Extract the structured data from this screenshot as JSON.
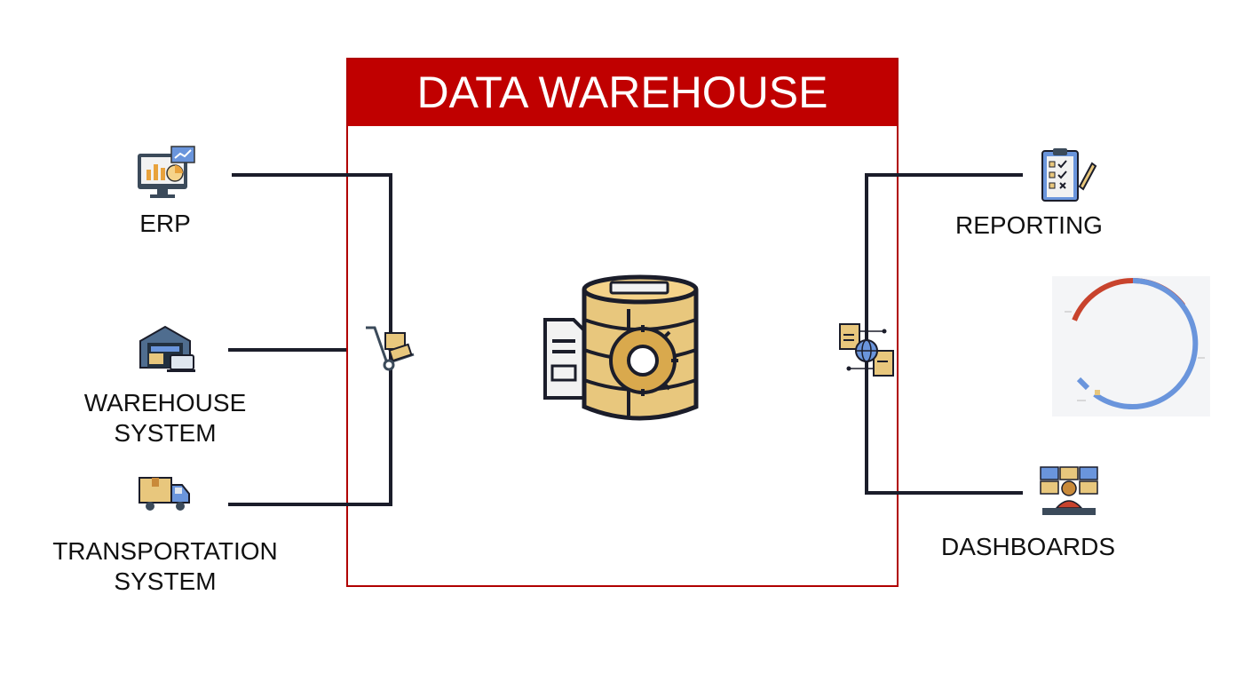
{
  "warehouse": {
    "title": "DATA WAREHOUSE"
  },
  "sources": {
    "erp": "ERP",
    "warehouse_line1": "WAREHOUSE",
    "warehouse_line2": "SYSTEM",
    "transport_line1": "TRANSPORTATION",
    "transport_line2": "SYSTEM"
  },
  "outputs": {
    "reporting": "REPORTING",
    "dashboards": "DASHBOARDS"
  },
  "colors": {
    "brand_red": "#c00000",
    "connector": "#1b1d2a",
    "db_gold": "#e8c77d",
    "donut_red": "#c8432d",
    "donut_blue": "#6a95dc"
  },
  "icons": {
    "erp": "monitor-analytics-icon",
    "warehouse": "warehouse-building-icon",
    "transport": "delivery-truck-icon",
    "hand_truck": "hand-truck-icon",
    "database": "database-gear-icon",
    "exchange": "data-exchange-globe-icon",
    "reporting": "clipboard-checklist-icon",
    "dashboards": "dashboard-operator-icon",
    "donut": "donut-chart-thumbnail"
  }
}
